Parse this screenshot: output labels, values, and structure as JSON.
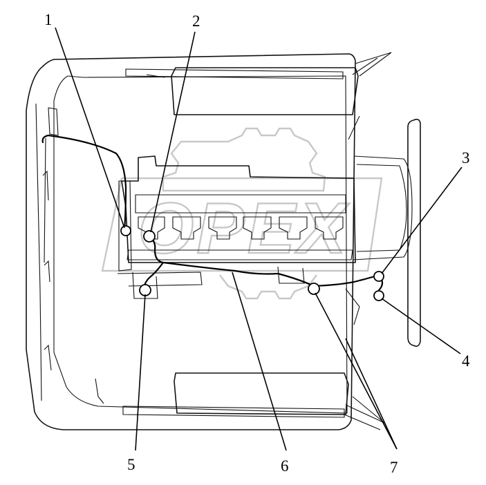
{
  "callouts": [
    {
      "id": "1",
      "label": "1"
    },
    {
      "id": "2",
      "label": "2"
    },
    {
      "id": "3",
      "label": "3"
    },
    {
      "id": "4",
      "label": "4"
    },
    {
      "id": "5",
      "label": "5"
    },
    {
      "id": "6",
      "label": "6"
    },
    {
      "id": "7",
      "label": "7"
    }
  ],
  "watermark": {
    "text": "OPEX"
  },
  "colors": {
    "ink": "#111111",
    "watermark": "#c8c8c8",
    "background": "#ffffff"
  }
}
